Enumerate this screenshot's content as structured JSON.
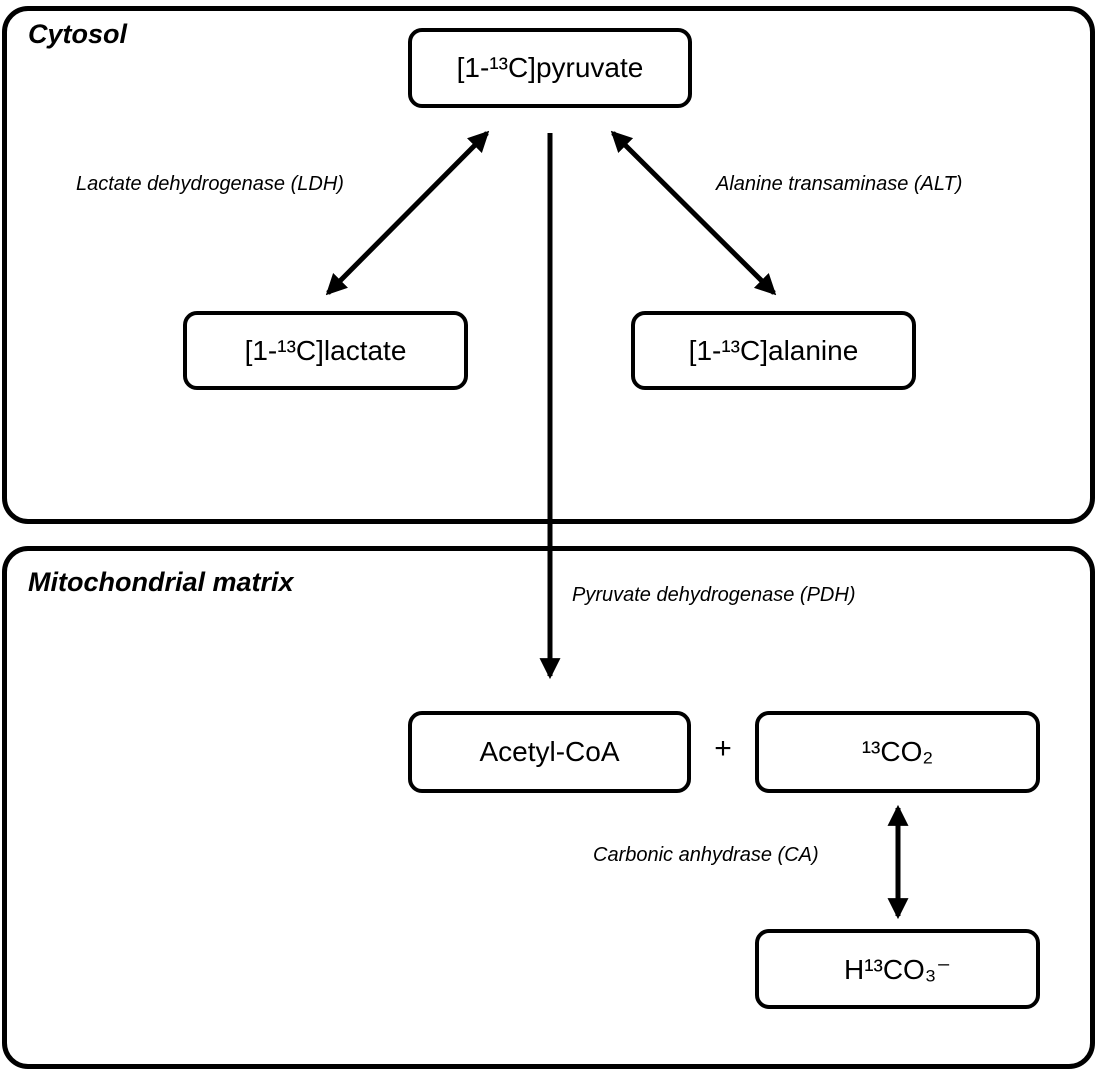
{
  "diagram": {
    "compartments": {
      "cytosol": {
        "label": "Cytosol"
      },
      "mitochondrial_matrix": {
        "label": "Mitochondrial matrix"
      }
    },
    "nodes": {
      "pyruvate": "[1-¹³C]pyruvate",
      "lactate": "[1-¹³C]lactate",
      "alanine": "[1-¹³C]alanine",
      "acetyl_coa": "Acetyl-CoA",
      "co2": "¹³CO₂",
      "bicarbonate": "H¹³CO₃⁻"
    },
    "enzymes": {
      "ldh": "Lactate dehydrogenase (LDH)",
      "alt": "Alanine transaminase (ALT)",
      "pdh": "Pyruvate dehydrogenase (PDH)",
      "ca": "Carbonic anhydrase (CA)"
    },
    "operators": {
      "plus": "+"
    },
    "colors": {
      "line": "#000000",
      "background": "#ffffff"
    }
  }
}
